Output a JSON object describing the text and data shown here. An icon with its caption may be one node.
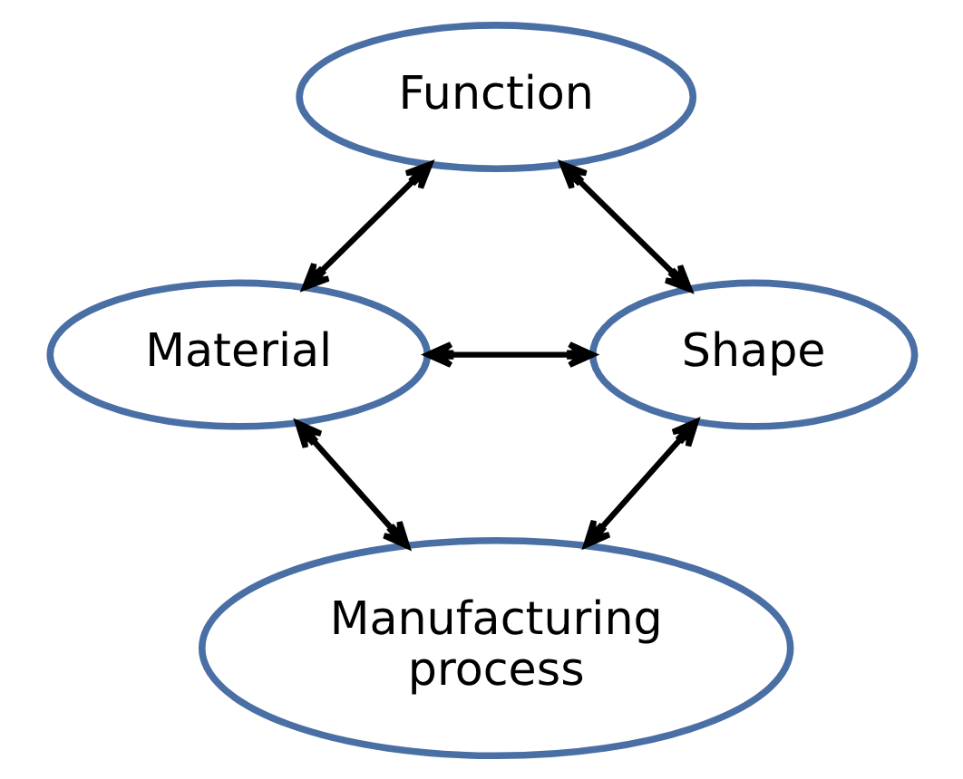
{
  "diagram": {
    "nodes": [
      {
        "text": [
          "Function"
        ]
      },
      {
        "text": [
          "Material"
        ]
      },
      {
        "text": [
          "Shape"
        ]
      },
      {
        "text": [
          "Manufacturing process"
        ]
      }
    ],
    "edges": [
      {
        "from": 0,
        "to": 1,
        "arrow": "both"
      },
      {
        "from": 0,
        "to": 2,
        "arrow": "both"
      },
      {
        "from": 1,
        "to": 2,
        "arrow": "both"
      },
      {
        "from": 1,
        "to": 3,
        "arrow": "both"
      },
      {
        "from": 2,
        "to": 3,
        "arrow": "both"
      }
    ]
  }
}
